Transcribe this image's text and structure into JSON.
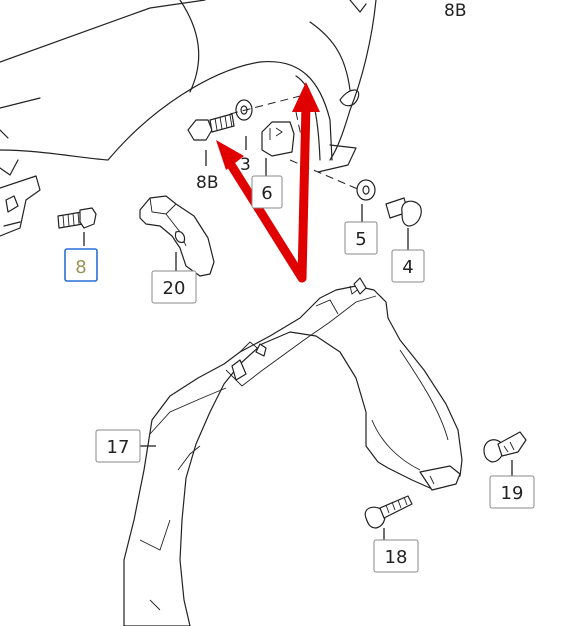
{
  "callouts": [
    {
      "id": "c8",
      "label": "8",
      "selected": true
    },
    {
      "id": "c20",
      "label": "20"
    },
    {
      "id": "c6",
      "label": "6"
    },
    {
      "id": "c5",
      "label": "5"
    },
    {
      "id": "c4",
      "label": "4"
    },
    {
      "id": "c17",
      "label": "17"
    },
    {
      "id": "c19",
      "label": "19"
    },
    {
      "id": "c18",
      "label": "18"
    }
  ],
  "labels": {
    "top_right": "8B",
    "bolt_8b": "8B",
    "washer_3": "3"
  },
  "colors": {
    "highlight_arrow": "#e00000",
    "selected_box": "#2a6fd6",
    "selected_text": "#9a9358"
  }
}
